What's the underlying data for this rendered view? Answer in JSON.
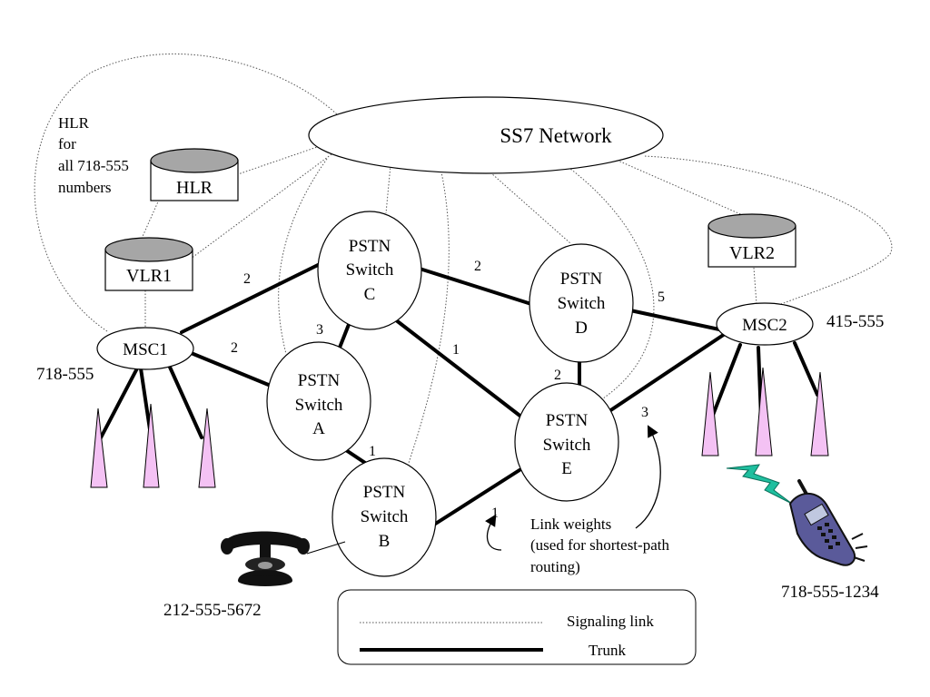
{
  "ss7": {
    "label": "SS7 Network"
  },
  "hlr_note": {
    "line1": "HLR",
    "line2": "for",
    "line3": "all 718-555",
    "line4": "numbers"
  },
  "databases": {
    "hlr": "HLR",
    "vlr1": "VLR1",
    "vlr2": "VLR2"
  },
  "msc": {
    "msc1": "MSC1",
    "msc2": "MSC2"
  },
  "area_codes": {
    "msc1": "718-555",
    "msc2": "415-555"
  },
  "switches": {
    "a": {
      "line1": "PSTN",
      "line2": "Switch",
      "line3": "A"
    },
    "b": {
      "line1": "PSTN",
      "line2": "Switch",
      "line3": "B"
    },
    "c": {
      "line1": "PSTN",
      "line2": "Switch",
      "line3": "C"
    },
    "d": {
      "line1": "PSTN",
      "line2": "Switch",
      "line3": "D"
    },
    "e": {
      "line1": "PSTN",
      "line2": "Switch",
      "line3": "E"
    }
  },
  "weights": {
    "msc1_c": "2",
    "msc1_a": "2",
    "a_c": "3",
    "a_b": "1",
    "c_d": "2",
    "c_e": "1",
    "d_e": "2",
    "d_msc2": "5",
    "e_msc2": "3",
    "b_e": "1"
  },
  "annotation": {
    "line1": "Link weights",
    "line2": "(used for shortest-path",
    "line3": "routing)"
  },
  "phones": {
    "landline": "212-555-5672",
    "mobile": "718-555-1234"
  },
  "legend": {
    "signaling": "Signaling link",
    "trunk": "Trunk"
  },
  "colors": {
    "antenna": "#f4c2f4",
    "db_top": "#a6a6a6",
    "bolt": "#1fbf9f",
    "mobile_body": "#5a5a9a"
  },
  "icons": {
    "landline": "telephone-icon",
    "mobile": "cellphone-icon",
    "signal": "lightning-bolt-icon",
    "antenna": "cell-tower-icon"
  }
}
